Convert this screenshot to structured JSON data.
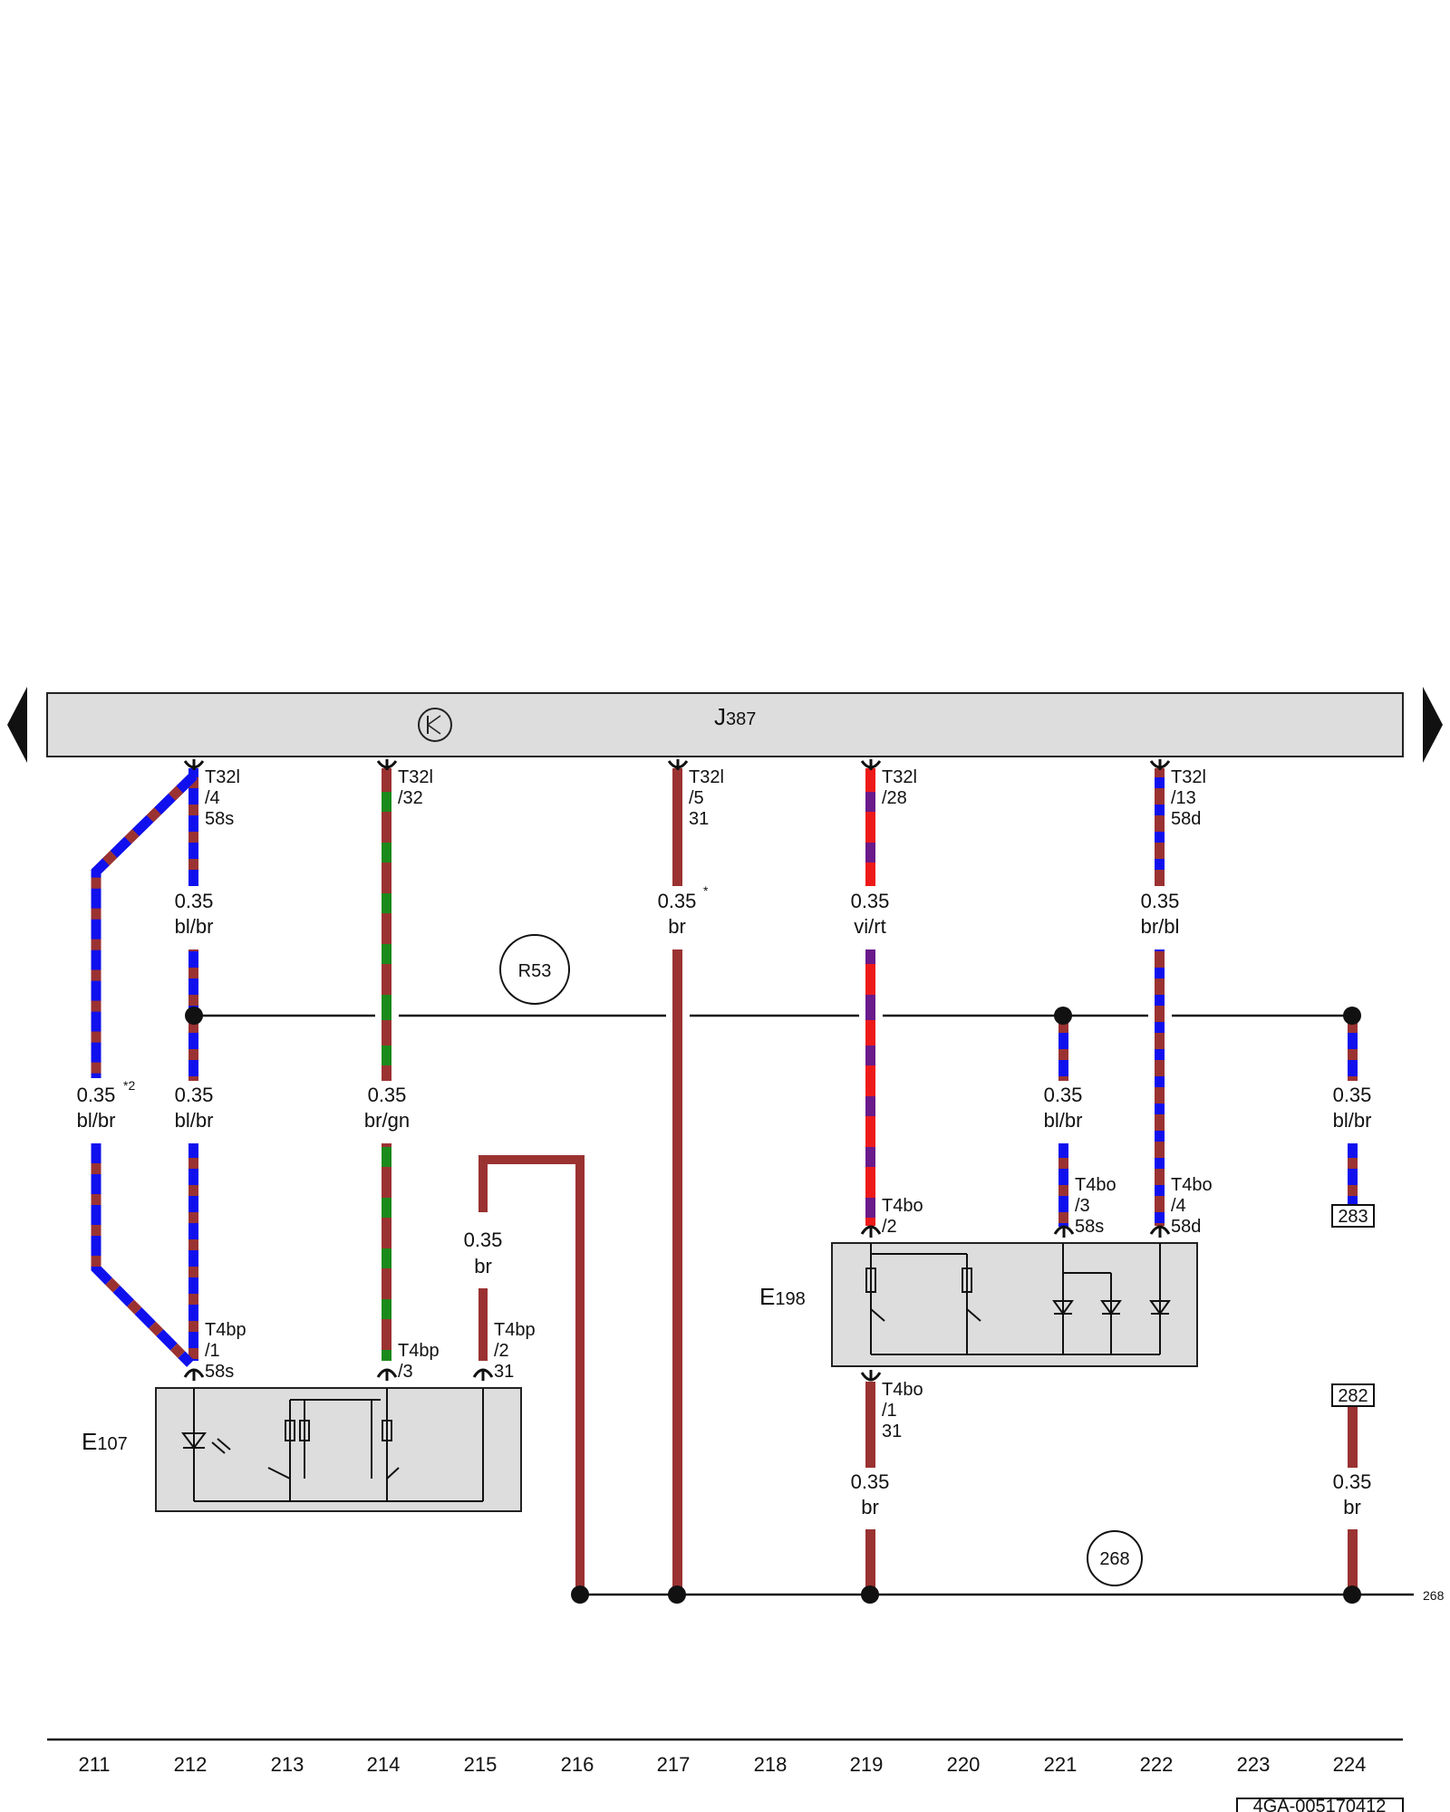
{
  "control_unit": {
    "name": "J",
    "sub": "387"
  },
  "components": {
    "e107": {
      "name": "E",
      "sub": "107"
    },
    "e198": {
      "name": "E",
      "sub": "198"
    }
  },
  "references": {
    "r53": "R53",
    "c268": "268",
    "ref283": "283",
    "ref282": "282",
    "ground_ref": "268"
  },
  "connectors": [
    {
      "id": "t32l-4",
      "lines": [
        "T32l",
        "/4",
        "58s"
      ]
    },
    {
      "id": "t32l-32",
      "lines": [
        "T32l",
        "/32"
      ]
    },
    {
      "id": "t32l-5",
      "lines": [
        "T32l",
        "/5",
        "31"
      ]
    },
    {
      "id": "t32l-28",
      "lines": [
        "T32l",
        "/28"
      ]
    },
    {
      "id": "t32l-13",
      "lines": [
        "T32l",
        "/13",
        "58d"
      ]
    },
    {
      "id": "t4bp-1",
      "lines": [
        "T4bp",
        "/1",
        "58s"
      ]
    },
    {
      "id": "t4bp-3",
      "lines": [
        "T4bp",
        "/3"
      ]
    },
    {
      "id": "t4bp-2",
      "lines": [
        "T4bp",
        "/2",
        "31"
      ]
    },
    {
      "id": "t4bo-2",
      "lines": [
        "T4bo",
        "/2"
      ]
    },
    {
      "id": "t4bo-3",
      "lines": [
        "T4bo",
        "/3",
        "58s"
      ]
    },
    {
      "id": "t4bo-4",
      "lines": [
        "T4bo",
        "/4",
        "58d"
      ]
    },
    {
      "id": "t4bo-1",
      "lines": [
        "T4bo",
        "/1",
        "31"
      ]
    }
  ],
  "wires": [
    {
      "id": "w212-top",
      "size": "0.35",
      "color": "bl/br",
      "note": ""
    },
    {
      "id": "w217-top",
      "size": "0.35",
      "color": "br",
      "note": "*"
    },
    {
      "id": "w219-top",
      "size": "0.35",
      "color": "vi/rt",
      "note": ""
    },
    {
      "id": "w222-top",
      "size": "0.35",
      "color": "br/bl",
      "note": ""
    },
    {
      "id": "w211-mid",
      "size": "0.35",
      "color": "bl/br",
      "note": "*2"
    },
    {
      "id": "w212-mid",
      "size": "0.35",
      "color": "bl/br",
      "note": ""
    },
    {
      "id": "w214-mid",
      "size": "0.35",
      "color": "br/gn",
      "note": ""
    },
    {
      "id": "w221-mid",
      "size": "0.35",
      "color": "bl/br",
      "note": ""
    },
    {
      "id": "w224-mid",
      "size": "0.35",
      "color": "bl/br",
      "note": ""
    },
    {
      "id": "w215-low",
      "size": "0.35",
      "color": "br",
      "note": ""
    },
    {
      "id": "w219-low",
      "size": "0.35",
      "color": "br",
      "note": ""
    },
    {
      "id": "w224-low",
      "size": "0.35",
      "color": "br",
      "note": ""
    }
  ],
  "column_numbers": [
    "211",
    "212",
    "213",
    "214",
    "215",
    "216",
    "217",
    "218",
    "219",
    "220",
    "221",
    "222",
    "223",
    "224"
  ],
  "doc_id": "4GA-005170412",
  "colors": {
    "brown": "#9b3232",
    "blue": "#1010ee",
    "green": "#1a8a1a",
    "violet": "#6a1a8a",
    "red": "#ee1a1a",
    "panel": "#dddddd"
  }
}
